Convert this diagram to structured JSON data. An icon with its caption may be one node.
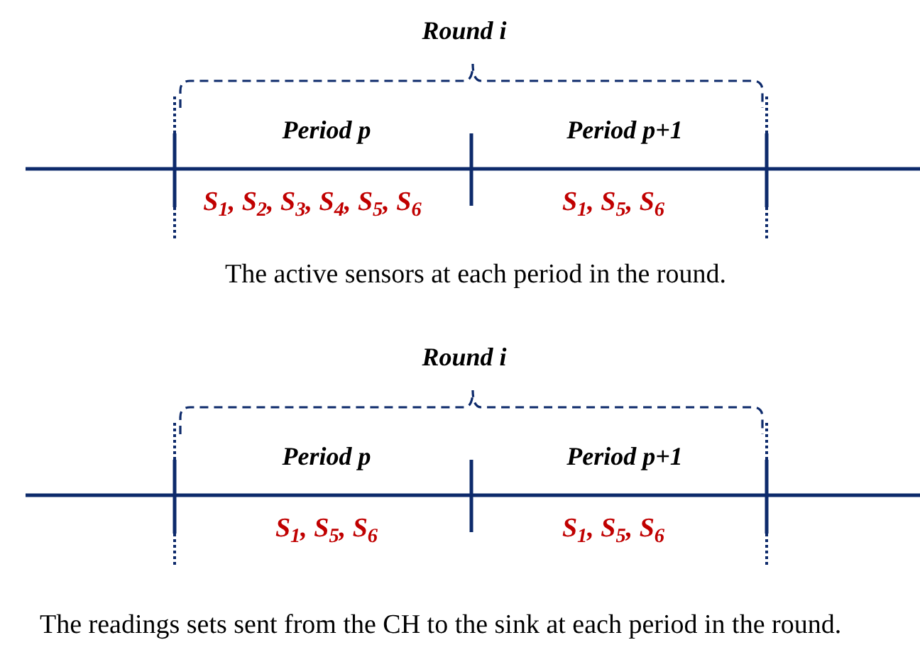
{
  "diagram": {
    "labels": [
      "Round i",
      "Period p",
      "Period p+1",
      "S$_{1}$, S$_{2}$, S$_{3}$, S$_{4}$, S$_{5}$, S$_{6}$",
      "S$_{1}$, S$_{5}$, S$_{6}$",
      "The active sensors at each period in the round.",
      "Round i",
      "Period p",
      "Period p+1",
      "S$_{1}$, S$_{5}$, S$_{6}$",
      "S$_{1}$, S$_{5}$, S$_{6}$",
      "The readings sets sent from the CH to the sink at each period in the round."
    ]
  }
}
